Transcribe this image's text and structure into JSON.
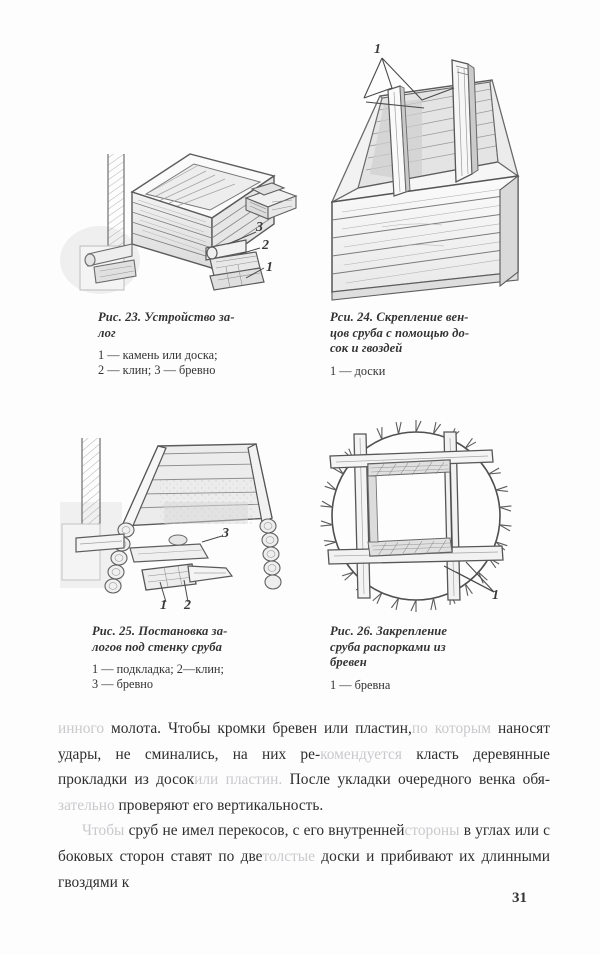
{
  "page": {
    "number": "31",
    "background_color": "#fdfdfd",
    "ink_color": "#2e2e2e",
    "faded_color": "#c9c9cd"
  },
  "figures": [
    {
      "id": "fig-23",
      "number": "23",
      "title": "Рис. 23.  Устройство за-\nлог",
      "key": "1 — камень  или  доска;\n2 — клин; 3 — бревно",
      "labels": [
        "3",
        "2",
        "1"
      ],
      "alt": "Перспективный рисунок нижнего венца сруба на подкладках и клиньях у стены"
    },
    {
      "id": "fig-24",
      "number": "24",
      "title": "Рси. 24. Скрепление вен-\nцов сруба с помощью до-\nсок и гвоздей",
      "key": "1 — доски",
      "labels": [
        "1"
      ],
      "alt": "Ящик из брёвен с двумя вертикальными досками, скрепляющими венцы"
    },
    {
      "id": "fig-25",
      "number": "25",
      "title": "Рис.  25. Постановка за-\nлогов под стенку сруба",
      "key": "1 — подкладка;  2—клин;\n3 — бревно",
      "labels": [
        "3",
        "1",
        "2"
      ],
      "alt": "Стенка сруба из брёвен с подкладкой и клином у земляной стенки"
    },
    {
      "id": "fig-26",
      "number": "26",
      "title": "Рис.   26.   Закрепление\nсруба   распорками   из\nбревен",
      "key": "1 — бревна",
      "labels": [
        "1"
      ],
      "alt": "Вид сверху: квадратный сруб в круглом колодце, закреплённый распорками из брёвен"
    }
  ],
  "body": {
    "paragraph_1": {
      "faded_lead": [
        "инного",
        "по которым",
        "рекомендуется",
        "или",
        "зательно"
      ],
      "lines": [
        {
          "faded": "инного",
          "text": " молота. Чтобы кромки бревен или пластин,"
        },
        {
          "faded": "по которым",
          "text": " наносят удары, не сминались, на них ре-"
        },
        {
          "faded": "комендуется",
          "text": " класть деревянные прокладки из досок"
        },
        {
          "faded": "или пластин.",
          "text": " После укладки очередного венка обя-"
        },
        {
          "faded": "зательно",
          "text": " проверяют его вертикальность."
        }
      ]
    },
    "paragraph_2": {
      "lines": [
        {
          "faded": "Чтобы",
          "text": " сруб не имел перекосов, с его внутренней"
        },
        {
          "faded": "стороны",
          "text": " в углах или с боковых сторон ставят по две"
        },
        {
          "faded": "толстые",
          "text": " доски и прибивают их длинными гвоздями к"
        }
      ]
    }
  }
}
